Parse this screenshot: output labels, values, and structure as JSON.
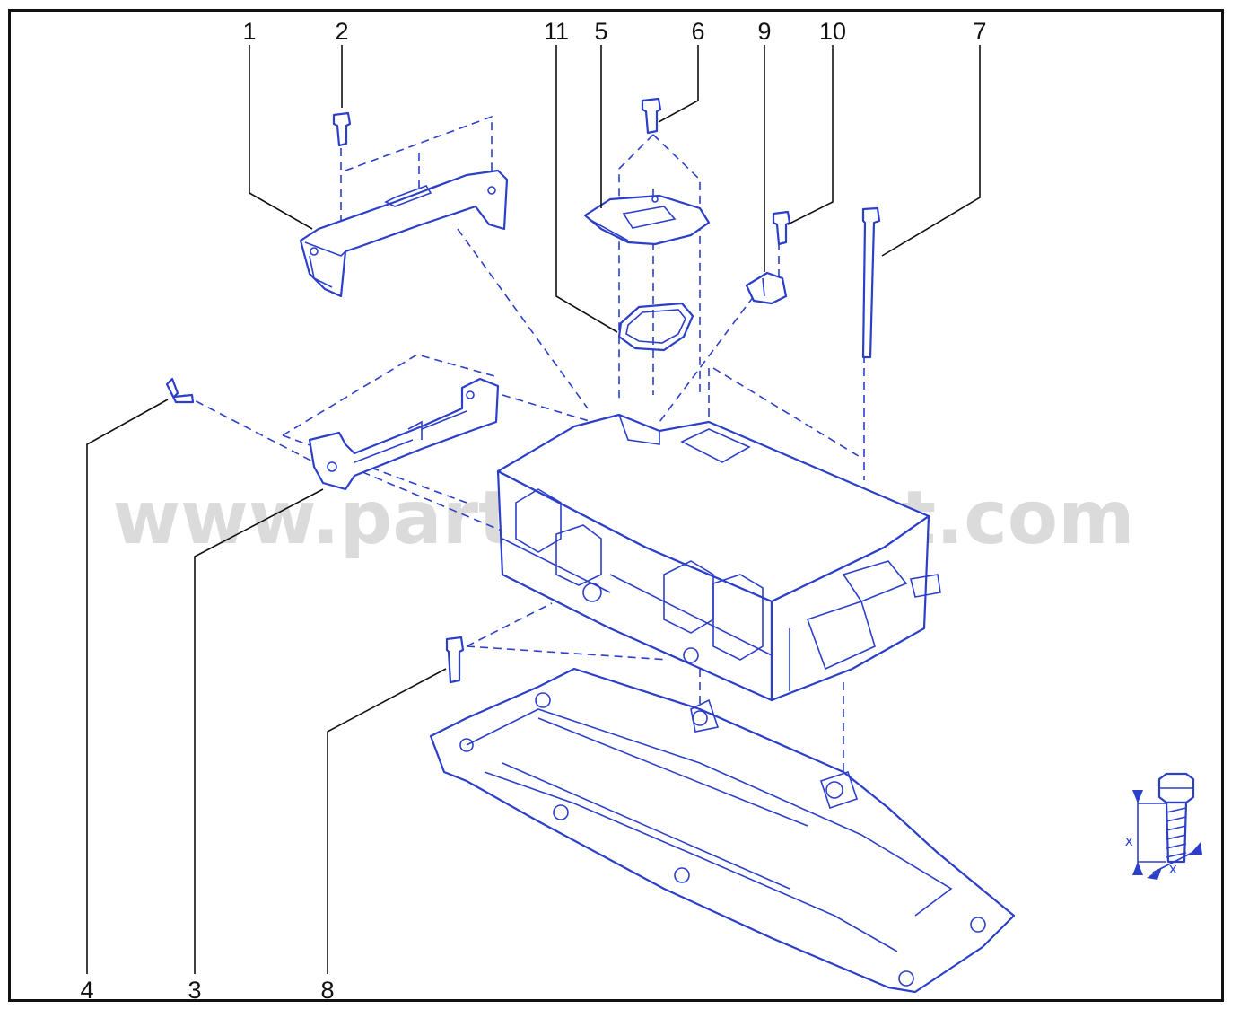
{
  "colors": {
    "ink": "#2b3fc9",
    "callout_ink": "#111111"
  },
  "watermark": "www.partsassistant.com",
  "callouts": [
    "1",
    "2",
    "3",
    "4",
    "5",
    "6",
    "7",
    "8",
    "9",
    "10",
    "11"
  ],
  "torque_icon": {
    "label_height": "x",
    "label_diameter": "x"
  }
}
